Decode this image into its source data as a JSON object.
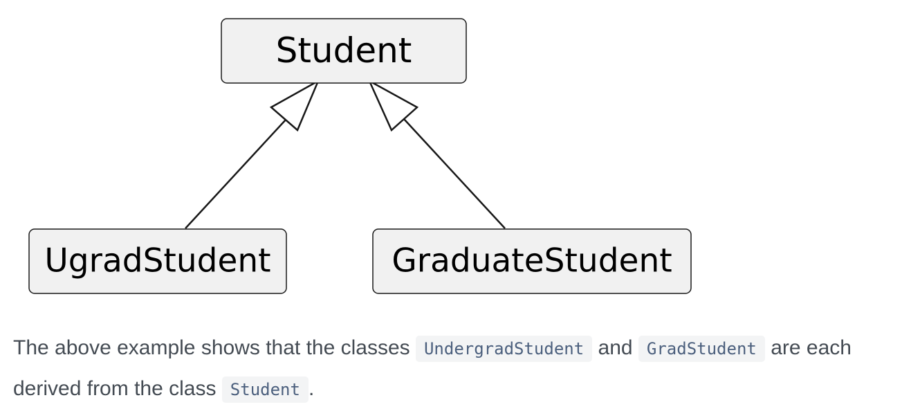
{
  "diagram": {
    "classes": {
      "student": "Student",
      "ugrad": "UgradStudent",
      "graduate": "GraduateStudent"
    }
  },
  "caption": {
    "part1": "The above example shows that the classes ",
    "code1": "UndergradStudent",
    "part2": " and ",
    "code2": "GradStudent",
    "part3": " are each derived from the class ",
    "code3": "Student",
    "part4": "."
  }
}
